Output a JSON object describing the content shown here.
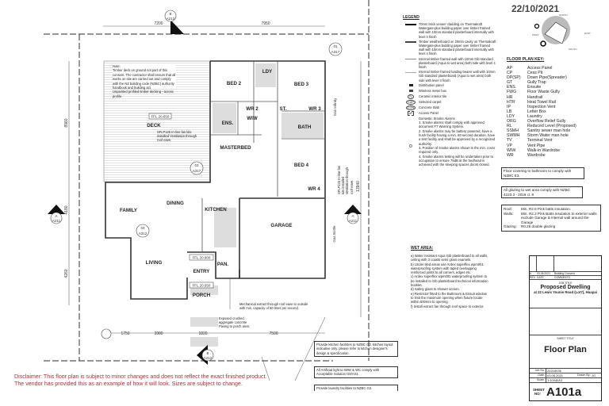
{
  "date_stamp": "22/10/2021",
  "plan": {
    "dimensions": {
      "top_left": "7200",
      "top_right": "7950",
      "left": "8960",
      "left_lower": "4180",
      "left_bottom": "4260",
      "right": "13940",
      "bottom": [
        "1750",
        "3980",
        "1820",
        "7500"
      ]
    },
    "rooms": [
      "BED 2",
      "LDY",
      "BED 3",
      "WR 2",
      "ST.",
      "WR 3",
      "WIW",
      "ENS.",
      "BATH",
      "MASTERBED",
      "BED 4",
      "WR 4",
      "DECK",
      "FAMILY",
      "DINING",
      "KITCHEN",
      "GARAGE",
      "LIVING",
      "PAN.",
      "ENTRY",
      "PORCH"
    ],
    "levels": [
      "FFL 20.650",
      "FFL 20.800",
      "FFL 20.650"
    ],
    "section_markers": [
      {
        "letter": "A",
        "sheet": "A211"
      },
      {
        "letter": "A",
        "sheet": "A211"
      },
      {
        "letter": "B",
        "sheet": "A212"
      },
      {
        "letter": "B",
        "sheet": "A212"
      }
    ],
    "detail_markers": [
      {
        "num": "01",
        "sheet": "A317"
      },
      {
        "num": "03",
        "sheet": "A317"
      },
      {
        "num": "04",
        "sheet": "A312"
      }
    ],
    "notes": {
      "deck_note": "Note:\nTimber deck on ground not part of this consent. The contractor shall ensure that all works on site are carried out and comply with the NZ building code (NZBC) authority handbook and building act.\nUnpainted profiled timber decking - across profile.",
      "fan_note": "SFLP125 In-line fan kits installed Ventilation through roof eave.",
      "mech_extract": "Mechanical extract through roof eave to outside with min. capacity of 50 litres per second.",
      "paving": "Exposed crushed aggregate concrete Paving to porch area.",
      "gas_bottle": "Gas Bottle",
      "gas_infinity": "Gas Infinity"
    }
  },
  "legend": {
    "title": "LEGEND",
    "items": [
      "70mm brick veneer cladding on Thermakraft Watergate-plus building paper over timber framed wall with 10mm standard plasterboard internally with level 4 finish",
      "Timber weatherboard on 20mm cavity on Thermakraft Watergate-plus building paper over timber framed wall with 10mm standard plasterboard internally with level 4 finish",
      "Internal timber framed wall with 10mm Gib standard plasterboard (Aqua to wet area) both side with level 4 finish",
      "Internal timber framed loading bearer wall with 10mm Gib standard plasterboard (Aqua to wet area) both side with level 4 finish",
      "Distribution panel",
      "Wireless meter box",
      "Ceramic interior tile",
      "Selected carpet",
      "Concrete Slab",
      "Access Panel"
    ],
    "symbols": [
      "TL",
      "CAP",
      "CON",
      "AP"
    ],
    "smoke": "Domestic Smoke Alarms\n1. Smoke alarms shall comply with approved document F7 Warning System.\n2. Smoke alarms may be battery powered, have a hush facility having a min. 60 second duration, have a test facility and shall be approved by a recognized authority.\n3. Position of smoke alarms shown is the min. cover required only.\n4. Smoke alarms testing will be undertaken prior to occupation to ensure 75dB at the bedhead is achieved with the sleeping spaces doors closed."
  },
  "wet_area": {
    "title": "WET AREA:",
    "items": [
      "a) Water resistant Aqua Gib plasterboard to all walls, ceiling with 3 coasts semi gloss enamels.",
      "b) Under tiled areas use Ardex superflex wpm001 waterproofing system with taped overlapping reinforced joints to all corners, edges etc.",
      "c) Ardex superflex wpm001 waterproofing system to be installed to Gib plasterboard technical information booklet.",
      "d) Safety glass  to shower screen.",
      "e) Restrictor fitted to the Bathroom & Ensuit window to limit the maximum opening when fixture locate within 500mm to opening.",
      "f) Install extract fan  through roof space to exterior."
    ]
  },
  "key": {
    "title": "FLOOR PLAN KEY:",
    "items": [
      [
        "AP",
        "Access Panel"
      ],
      [
        "CP",
        "Cess Pit"
      ],
      [
        "DP(SP)",
        "Down Pipe(Spreader)"
      ],
      [
        "GT",
        "Gully Trap"
      ],
      [
        "ENS.",
        "Ensuite"
      ],
      [
        "FWG",
        "Floor Waste Gully"
      ],
      [
        "HR",
        "Handrail"
      ],
      [
        "HTR",
        "Heat Towel Rail"
      ],
      [
        "IP",
        "Inspection Vent"
      ],
      [
        "LB",
        "Letter Box"
      ],
      [
        "LDY",
        "Laundry"
      ],
      [
        "ORG",
        "Overflow Relief Gully"
      ],
      [
        "RL",
        "Reduced Level (Proposed)"
      ],
      [
        "SSMH",
        "Sanitry sewer man hole"
      ],
      [
        "SWMH",
        "Storm Water man hole"
      ],
      [
        "TV",
        "Terminal Vent"
      ],
      [
        "VP",
        "Vent Pipe"
      ],
      [
        "WIW",
        "Walk-in Wardrobe"
      ],
      [
        "WR",
        "Wardrobe"
      ]
    ]
  },
  "boxes": {
    "floor_covering": "Floor covering to bathroom to comply with NZBC E3.",
    "glazing": "All glazing to wet area comply with NZBC 4223.3 - 2016 cl. 8",
    "insulation": [
      [
        "Roof:",
        "Min. R2.6 Pink batts insulation."
      ],
      [
        "Walls:",
        "Min. R2.2 Pink Batts insulation to exterior walls exclude Garage & internal wall around the Garage"
      ],
      [
        "Glazing:",
        "R0.26 double glazing"
      ]
    ],
    "kitchen": "Provide kitchen facilities to NZBC G3. kitchen layout indicative only. please refer to kitchen designer's design & specification.",
    "lighting": "All Artificial light to WIW & WC comply with Acceptable Solution G8/AS1",
    "laundry": "Provide laundry facilities to NZBC G2."
  },
  "compass": [
    "NORTH",
    "EAST",
    "SOUTH",
    "WEST"
  ],
  "title_block": {
    "rev": "A",
    "rev_date": "03.08.2021",
    "rev_comment": "Building Consent",
    "rev_hdr": "REV",
    "date_hdr": "DATE",
    "comments_hdr": "COMMENTS",
    "job_title_lbl": "JOB TITLE",
    "job_title": "Proposed Dwelling",
    "address": "at 22 Lewis Younie Road (Lot7), Huapai",
    "sheet_title_lbl": "SHEET TITLE",
    "sheet_title": "Floor Plan",
    "job_no_lbl": "Job No:",
    "job_no": "20218036",
    "date_lbl": "Date:",
    "date": "03.08.2021",
    "drawn_lbl": "Drawn By:",
    "drawn": "JG",
    "scale_lbl": "Scale:",
    "scale": "1:100@A3",
    "sheet_no_lbl": "SHEET NO:",
    "sheet_no": "A101a"
  },
  "disclaimer": "Disclaimer: This floor plan is subject to minor changes and does not reflect the exact finished product.\nThe vendor has provided this as an example of how it will look.  Sizes are subject to change.",
  "colors": {
    "disclaimer": "#b0303a",
    "ink": "#333333",
    "tile": "#d8d8d8"
  }
}
